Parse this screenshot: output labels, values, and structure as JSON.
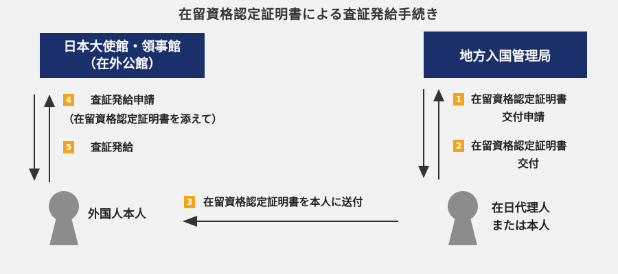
{
  "title": "在留資格認定証明書による査証発給手続き",
  "embassy_box": {
    "line1": "日本大使館・領事館",
    "line2": "（在外公館）"
  },
  "immigration_box": "地方入国管理局",
  "steps": [
    {
      "num": "1",
      "line1": "在留資格認定証明書",
      "line2": "交付申請"
    },
    {
      "num": "2",
      "line1": "在留資格認定証明書",
      "line2": "交付"
    },
    {
      "num": "3",
      "line1": "在留資格認定証明書を本人に送付"
    },
    {
      "num": "4",
      "line1": "査証発給申請",
      "line2": "（在留資格認定証明書を添えて）"
    },
    {
      "num": "5",
      "line1": "査証発給"
    }
  ],
  "person_left": "外国人本人",
  "person_right": {
    "line1": "在日代理人",
    "line2": "または本人"
  },
  "colors": {
    "navy": "#1b2f6b",
    "badge": "#f5a31a",
    "arrow": "#333333",
    "person": "#8c8c8c"
  }
}
